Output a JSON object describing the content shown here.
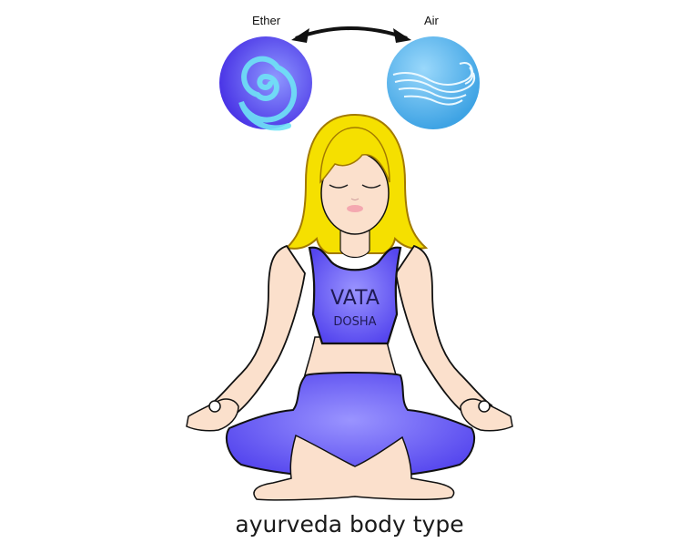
{
  "elements": {
    "ether": {
      "label": "Ether",
      "color": "#5a4ff0"
    },
    "air": {
      "label": "Air",
      "color": "#58b4ec"
    }
  },
  "figure": {
    "shirt_title": "VATA",
    "shirt_subtitle": "DOSHA",
    "clothing_color": "#6f63f5",
    "hair_color": "#f5e000",
    "skin_color": "#fbe0cc"
  },
  "caption": "ayurveda body type"
}
